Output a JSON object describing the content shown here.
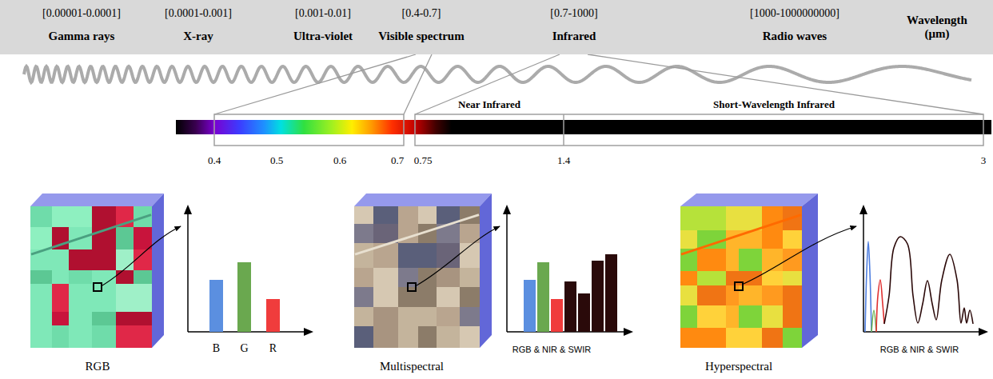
{
  "diagram": {
    "nodes": [
      {
        "text": [
          "[0.00001-0.0001]",
          "Gamma rays",
          "[0.0001-0.001]",
          "X-ray",
          "[0.001-0.01]",
          "Ultra-violet",
          "[0.4-0.7]",
          "Visible spectrum",
          "[0.7-1000]",
          "Infrared",
          "[1000-1000000000]",
          "Radio waves",
          "Wavelength (μm)"
        ]
      }
    ],
    "labels": [
      "Near Infrared",
      "Short-Wavelength Infrared",
      "0.4",
      "0.5",
      "0.6",
      "0.7",
      "0.75",
      "1.4",
      "3",
      "RGB",
      "B",
      "G",
      "R",
      "Multispectral",
      "RGB & NIR & SWIR",
      "Hyperspectral",
      "RGB & NIR & SWIR"
    ]
  }
}
